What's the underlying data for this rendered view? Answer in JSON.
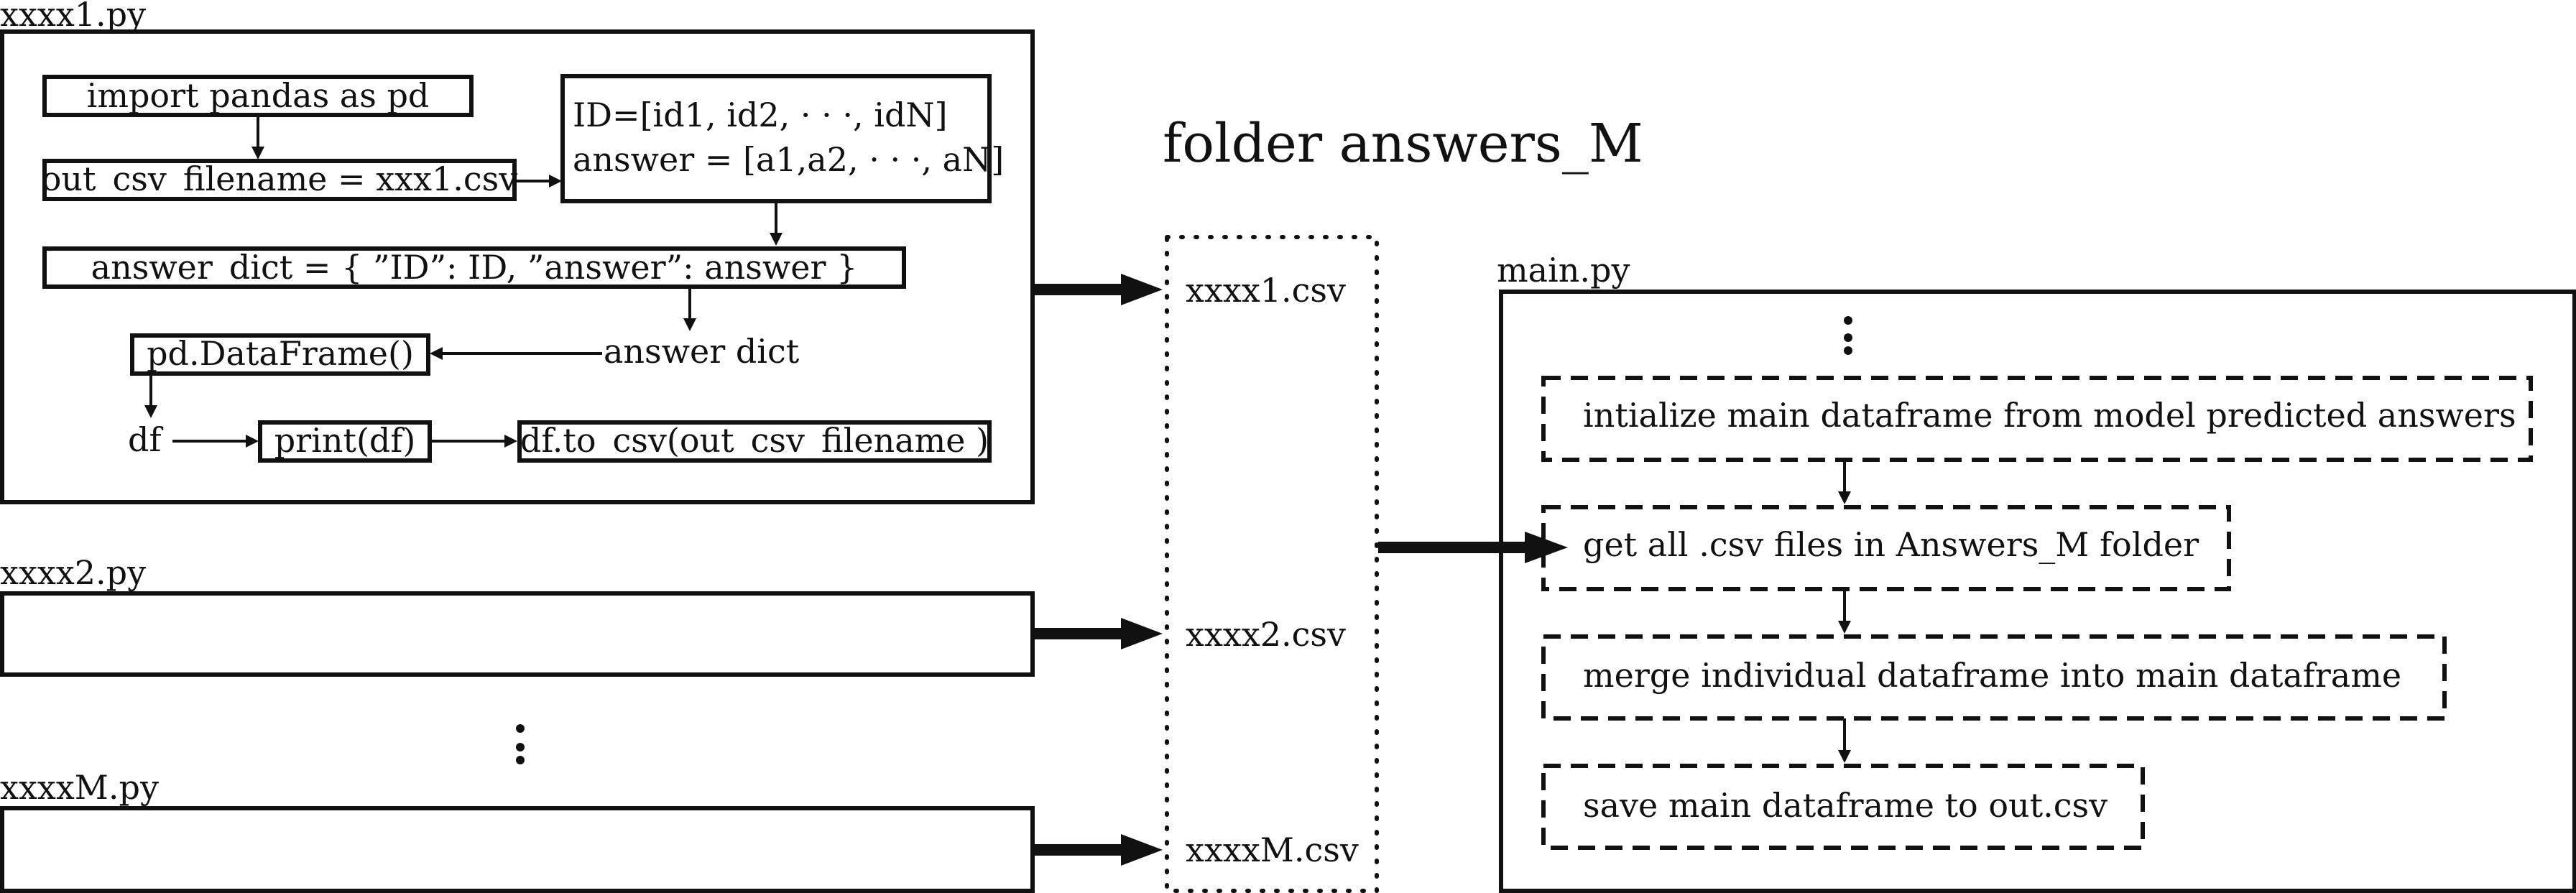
{
  "files": {
    "file1": {
      "name": "xxxx1.py",
      "steps": {
        "import": "import pandas as pd",
        "out_filename": "out_csv_filename = xxx1.csv",
        "id_line": "ID=[id1, id2, · · ·, idN]",
        "answer_line": "answer = [a1,a2, · · ·, aN]",
        "answer_dict": "answer_dict = { ”ID”: ID, ”answer”: answer }",
        "answer_dict_ref": "answer dict",
        "dataframe": "pd.DataFrame()",
        "df": "df",
        "print": "print(df)",
        "to_csv": "df.to_csv(out_csv_filename )"
      }
    },
    "file2": {
      "name": "xxxx2.py"
    },
    "fileM": {
      "name": "xxxxM.py"
    }
  },
  "folder": {
    "title": "folder answers_M",
    "csv1": "xxxx1.csv",
    "csv2": "xxxx2.csv",
    "csvM": "xxxxM.csv"
  },
  "main": {
    "name": "main.py",
    "steps": {
      "init": "intialize main dataframe from model predicted answers",
      "get_csv": "get all .csv files in Answers_M folder",
      "merge": "merge individual dataframe into main dataframe",
      "save": "save main dataframe to out.csv"
    }
  },
  "icons": {
    "ellipsis_left": "vertical-ellipsis-icon",
    "ellipsis_main": "vertical-ellipsis-icon"
  },
  "colors": {
    "stroke": "#111111",
    "background": "#ffffff"
  }
}
